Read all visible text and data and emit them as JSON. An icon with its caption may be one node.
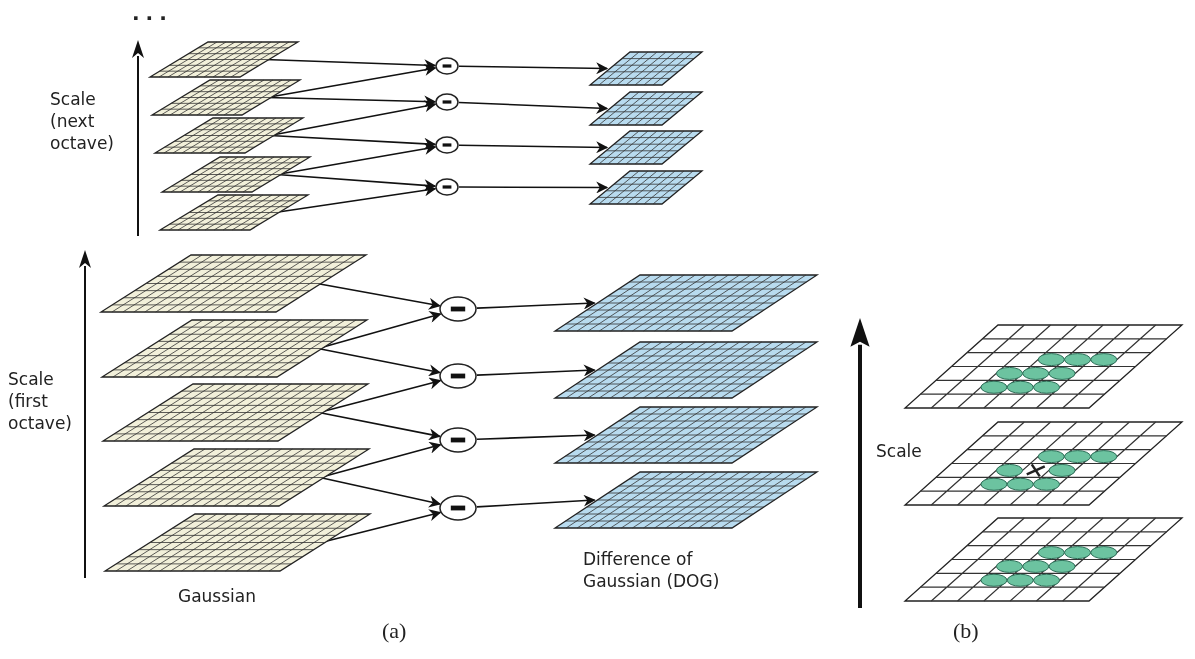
{
  "diagram": {
    "nodes": [
      {
        "text": [],
        "shape": "grid"
      },
      {
        "text": [],
        "shape": "grid"
      },
      {
        "text": [],
        "shape": "grid"
      },
      {
        "text": [],
        "shape": "grid"
      },
      {
        "text": [],
        "shape": "grid"
      },
      {
        "text": [],
        "shape": "circle"
      },
      {
        "text": [],
        "shape": "circle"
      },
      {
        "text": [],
        "shape": "circle"
      },
      {
        "text": [],
        "shape": "circle"
      },
      {
        "text": [],
        "shape": "grid"
      },
      {
        "text": [],
        "shape": "grid"
      },
      {
        "text": [],
        "shape": "grid"
      },
      {
        "text": [],
        "shape": "grid"
      },
      {
        "text": [],
        "shape": "grid"
      },
      {
        "text": [],
        "shape": "grid"
      },
      {
        "text": [],
        "shape": "grid"
      },
      {
        "text": [],
        "shape": "grid"
      },
      {
        "text": [],
        "shape": "grid"
      },
      {
        "text": [],
        "shape": "circle"
      },
      {
        "text": [],
        "shape": "circle"
      },
      {
        "text": [],
        "shape": "circle"
      },
      {
        "text": [],
        "shape": "circle"
      },
      {
        "text": [],
        "shape": "grid"
      },
      {
        "text": [],
        "shape": "grid"
      },
      {
        "text": [],
        "shape": "grid"
      },
      {
        "text": [],
        "shape": "grid"
      },
      {
        "text": [],
        "shape": "grid"
      },
      {
        "text": [],
        "shape": "grid"
      },
      {
        "text": [],
        "shape": "grid"
      }
    ],
    "edges": [
      {
        "from": 0,
        "to": 5,
        "arrow": "to"
      },
      {
        "from": 1,
        "to": 5,
        "arrow": "to"
      },
      {
        "from": 5,
        "to": 9,
        "arrow": "to"
      },
      {
        "from": 1,
        "to": 6,
        "arrow": "to"
      },
      {
        "from": 2,
        "to": 6,
        "arrow": "to"
      },
      {
        "from": 6,
        "to": 10,
        "arrow": "to"
      },
      {
        "from": 2,
        "to": 7,
        "arrow": "to"
      },
      {
        "from": 3,
        "to": 7,
        "arrow": "to"
      },
      {
        "from": 7,
        "to": 11,
        "arrow": "to"
      },
      {
        "from": 3,
        "to": 8,
        "arrow": "to"
      },
      {
        "from": 4,
        "to": 8,
        "arrow": "to"
      },
      {
        "from": 8,
        "to": 12,
        "arrow": "to"
      },
      {
        "from": 13,
        "to": 18,
        "arrow": "to"
      },
      {
        "from": 14,
        "to": 18,
        "arrow": "to"
      },
      {
        "from": 18,
        "to": 22,
        "arrow": "to"
      },
      {
        "from": 14,
        "to": 19,
        "arrow": "to"
      },
      {
        "from": 15,
        "to": 19,
        "arrow": "to"
      },
      {
        "from": 19,
        "to": 23,
        "arrow": "to"
      },
      {
        "from": 15,
        "to": 20,
        "arrow": "to"
      },
      {
        "from": 16,
        "to": 20,
        "arrow": "to"
      },
      {
        "from": 20,
        "to": 24,
        "arrow": "to"
      },
      {
        "from": 16,
        "to": 21,
        "arrow": "to"
      },
      {
        "from": 17,
        "to": 21,
        "arrow": "to"
      },
      {
        "from": 21,
        "to": 25,
        "arrow": "to"
      }
    ],
    "labels": [
      "...",
      "Scale (next octave)",
      "Scale (first octave)",
      "Gaussian",
      "Difference of Gaussian (DOG)",
      "Scale",
      "(a)",
      "(b)"
    ]
  }
}
